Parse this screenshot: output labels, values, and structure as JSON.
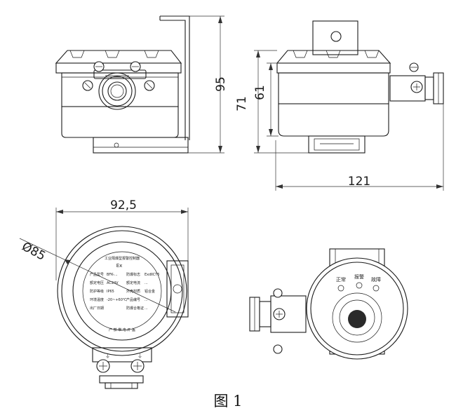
{
  "dimensions": {
    "height_total": "95",
    "height_body": "61",
    "height_overall": "71",
    "width_side": "121",
    "width_front": "92,5",
    "diameter": "Ø85"
  },
  "nameplate": {
    "ex_mark": "Ex",
    "ring_title": "工业隔爆型报警控制器",
    "bottom_label": "产 禁 带 电 开 盖",
    "rows": [
      [
        "产品型号",
        "BFK-...",
        "防爆标志",
        "ExdⅡCT6"
      ],
      [
        "额定电压",
        "AC24V",
        "额定电流",
        "..."
      ],
      [
        "防护等级",
        "IP65",
        "外壳材质",
        "铝合金"
      ],
      [
        "环境温度",
        "-20~+60℃",
        "产品编号",
        "..."
      ],
      [
        "出厂日期",
        "",
        "防爆合格证",
        "..."
      ]
    ]
  },
  "indicators": [
    "正常",
    "报警",
    "故障"
  ],
  "caption": "图 1"
}
